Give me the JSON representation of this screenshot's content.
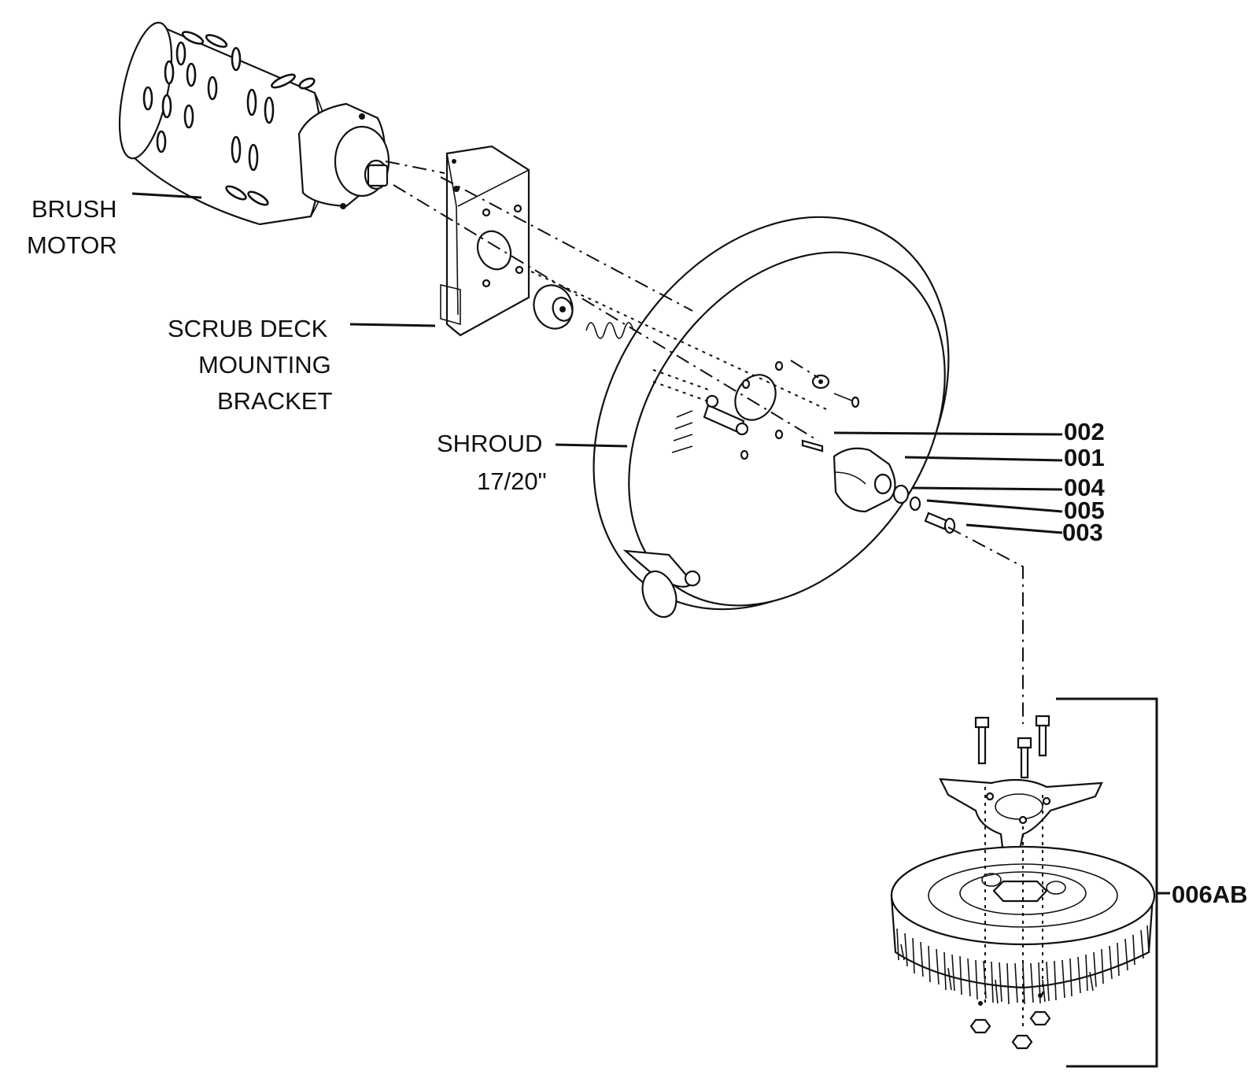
{
  "labels": {
    "brush_motor_line1": "BRUSH",
    "brush_motor_line2": "MOTOR",
    "bracket_line1": "SCRUB DECK",
    "bracket_line2": "MOUNTING",
    "bracket_line3": "BRACKET",
    "shroud_line1": "SHROUD",
    "shroud_line2": "17/20\"",
    "part_002": "002",
    "part_001": "001",
    "part_004": "004",
    "part_005": "005",
    "part_003": "003",
    "part_006ab": "006AB"
  }
}
